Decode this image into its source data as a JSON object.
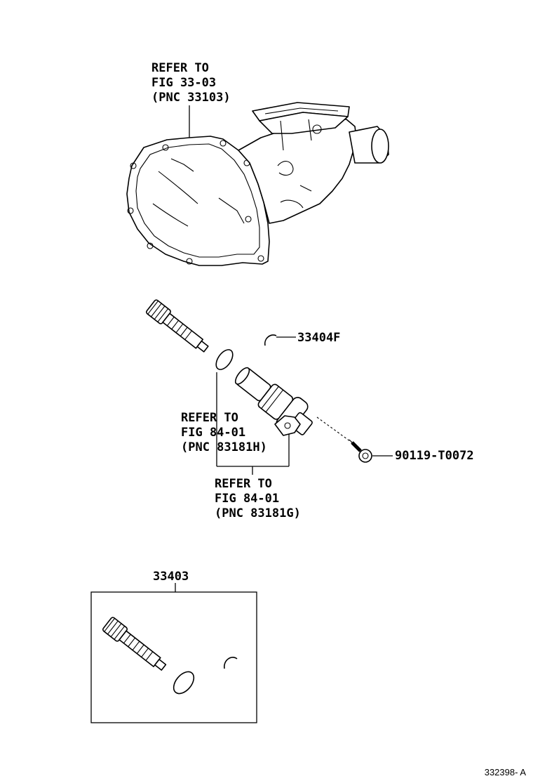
{
  "callouts": {
    "case_ref": [
      "REFER TO",
      "FIG 33-03",
      "(PNC 33103)"
    ],
    "clip_part": "33404F",
    "oring_ref": [
      "REFER TO",
      "FIG 84-01",
      "(PNC 83181H)"
    ],
    "sleeve_ref": [
      "REFER TO",
      "FIG 84-01",
      "(PNC 83181G)"
    ],
    "bolt_part": "90119-T0072",
    "kit_part": "33403"
  },
  "figure_id": "332398- A"
}
